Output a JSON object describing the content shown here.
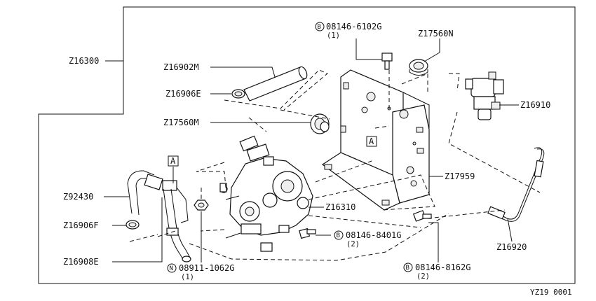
{
  "labels": {
    "z16300": "Z16300",
    "z16902m": "Z16902M",
    "z16906e": "Z16906E",
    "z17560m": "Z17560M",
    "z17560n": "Z17560N",
    "z16910": "Z16910",
    "z17959": "Z17959",
    "z16310": "Z16310",
    "z92430": "Z92430",
    "z16906f": "Z16906F",
    "z16908e": "Z16908E",
    "z16920": "Z16920"
  },
  "fasteners": {
    "top": {
      "marker": "B",
      "part": "08146-6102G",
      "qty": "(1)"
    },
    "mid": {
      "marker": "B",
      "part": "08146-8401G",
      "qty": "(2)"
    },
    "bottom_right": {
      "marker": "B",
      "part": "08146-8162G",
      "qty": "(2)"
    },
    "nut": {
      "marker": "N",
      "part": "08911-1062G",
      "qty": "(1)"
    }
  },
  "refs": {
    "box_a": "A"
  },
  "diagram_code": "YZ19 0001"
}
